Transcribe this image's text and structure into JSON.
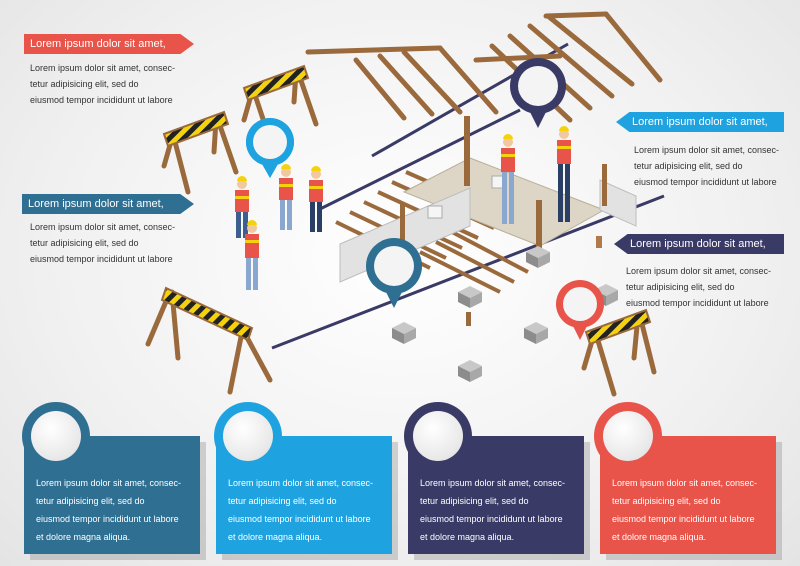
{
  "colors": {
    "red": "#e8534a",
    "sky": "#1fa3e0",
    "steel": "#2f6f92",
    "navy": "#3a3a66",
    "yellow": "#f4d20e",
    "wood": "#9b6a3c"
  },
  "callouts": [
    {
      "title": "Lorem ipsum dolor sit amet,",
      "line1": "Lorem ipsum dolor sit amet, consec-",
      "line2": "tetur adipisicing elit, sed do",
      "line3": "eiusmod tempor incididunt ut labore"
    },
    {
      "title": "Lorem ipsum dolor sit amet,",
      "line1": "Lorem ipsum dolor sit amet, consec-",
      "line2": "tetur adipisicing elit, sed do",
      "line3": "eiusmod tempor incididunt ut labore"
    },
    {
      "title": "Lorem ipsum dolor sit amet,",
      "line1": "Lorem ipsum dolor sit amet, consec-",
      "line2": "tetur adipisicing elit, sed do",
      "line3": "eiusmod tempor incididunt ut labore"
    },
    {
      "title": "Lorem ipsum dolor sit amet,",
      "line1": "Lorem ipsum dolor sit amet, consec-",
      "line2": "tetur adipisicing elit, sed do",
      "line3": "eiusmod tempor incididunt ut labore"
    }
  ],
  "cards": [
    {
      "line1": "Lorem ipsum dolor sit amet, consec-",
      "line2": "tetur adipisicing elit, sed do",
      "line3": "eiusmod tempor incididunt ut labore",
      "line4": "et dolore magna aliqua."
    },
    {
      "line1": "Lorem ipsum dolor sit amet, consec-",
      "line2": "tetur adipisicing elit, sed do",
      "line3": "eiusmod tempor incididunt ut labore",
      "line4": "et dolore magna aliqua."
    },
    {
      "line1": "Lorem ipsum dolor sit amet, consec-",
      "line2": "tetur adipisicing elit, sed do",
      "line3": "eiusmod tempor incididunt ut labore",
      "line4": "et dolore magna aliqua."
    },
    {
      "line1": "Lorem ipsum dolor sit amet, consec-",
      "line2": "tetur adipisicing elit, sed do",
      "line3": "eiusmod tempor incididunt ut labore",
      "line4": "et dolore magna aliqua."
    }
  ]
}
